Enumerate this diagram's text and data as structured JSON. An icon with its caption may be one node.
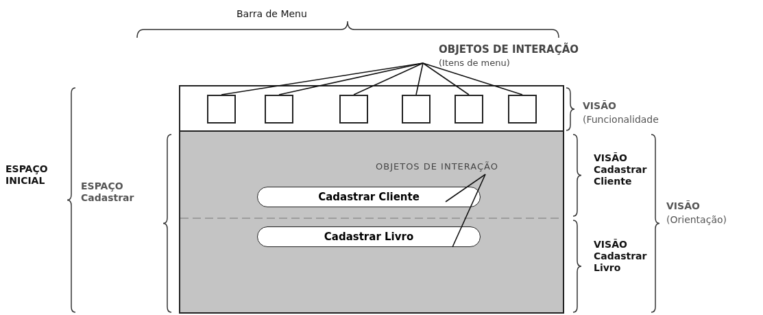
{
  "diagram": {
    "nodes": [
      {
        "text": [
          "OBJETOS DE INTERAÇÃO",
          "(Itens de menu)"
        ]
      },
      {
        "text": [],
        "shape": "box"
      },
      {
        "text": [],
        "shape": "box"
      },
      {
        "text": [],
        "shape": "box"
      },
      {
        "text": [],
        "shape": "box"
      },
      {
        "text": [],
        "shape": "box"
      },
      {
        "text": [],
        "shape": "box"
      },
      {
        "text": [
          "OBJETOS DE INTERAÇÃO"
        ]
      },
      {
        "text": [
          "Cadastrar Cliente"
        ]
      },
      {
        "text": [
          "Cadastrar Livro"
        ]
      }
    ],
    "edges": [
      {
        "from": 0,
        "to": 1,
        "arrow": "none"
      },
      {
        "from": 0,
        "to": 2,
        "arrow": "none"
      },
      {
        "from": 0,
        "to": 3,
        "arrow": "none"
      },
      {
        "from": 0,
        "to": 4,
        "arrow": "none"
      },
      {
        "from": 0,
        "to": 5,
        "arrow": "none"
      },
      {
        "from": 0,
        "to": 6,
        "arrow": "none"
      },
      {
        "from": 7,
        "to": 8,
        "arrow": "none"
      },
      {
        "from": 7,
        "to": 9,
        "arrow": "none"
      }
    ],
    "labels": [
      "Barra de Menu",
      "VISÃO",
      "(Funcionalidade",
      "ESPAÇO INICIAL",
      "ESPAÇO Cadastrar",
      "VISÃO Cadastrar Cliente",
      "VISÃO",
      "(Orientação)",
      "VISÃO Cadastrar Livro"
    ]
  }
}
